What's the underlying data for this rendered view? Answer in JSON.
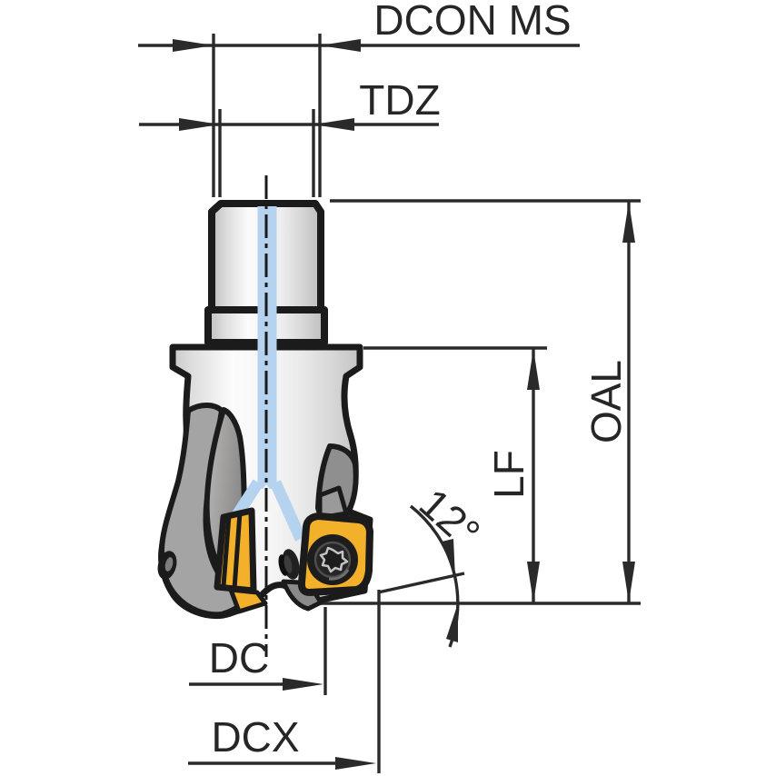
{
  "drawing": {
    "kind": "technical dimension drawing",
    "subject": "indexable-insert high-feed milling cutter, side view"
  },
  "labels": {
    "dcon_ms": "DCON MS",
    "tdz": "TDZ",
    "oal": "OAL",
    "lf": "LF",
    "angle_deg": "12°",
    "dc": "DC",
    "dcx": "DCX"
  },
  "colors": {
    "dimension_line": "#2a2a2a",
    "text": "#262626",
    "tool_outline": "#1b1b1b",
    "insert_yellow": "#f3b02a",
    "coolant_blue": "#b5d2ef",
    "steel_light": "#fafafa",
    "steel_dark": "#bdbdbd",
    "flute_gray": "#9a9a9a"
  }
}
